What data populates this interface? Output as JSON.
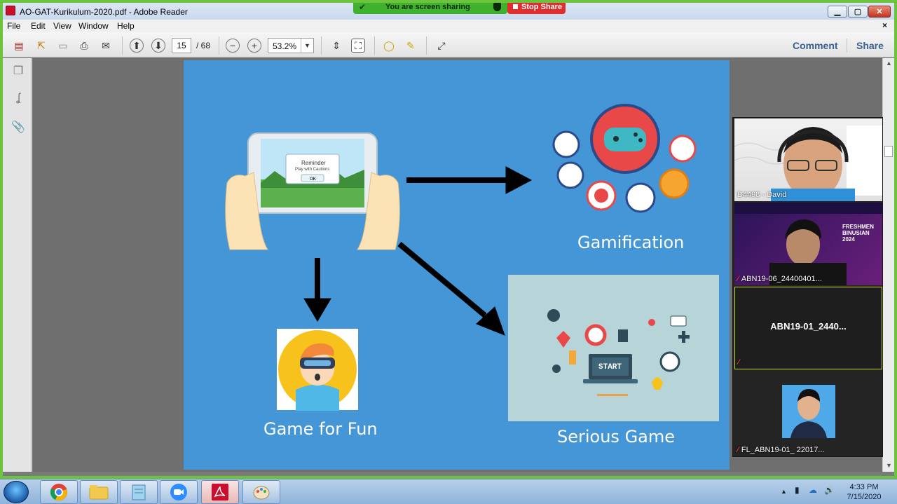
{
  "window": {
    "title": "AO-GAT-Kurikulum-2020.pdf - Adobe Reader",
    "min_glyph": "▁",
    "max_glyph": "▢",
    "close_glyph": "✕"
  },
  "share_banner": {
    "lead_glyph": "✔",
    "message": "You are screen sharing",
    "stop_label": "Stop Share"
  },
  "menu": {
    "items": [
      "File",
      "Edit",
      "View",
      "Window",
      "Help"
    ],
    "close_glyph": "×"
  },
  "toolbar": {
    "page_current": "15",
    "page_total": "/ 68",
    "zoom": "53.2%",
    "zoom_dropdown_glyph": "▼",
    "comment_label": "Comment",
    "share_label": "Share",
    "icons": [
      "create-pdf-icon",
      "export-icon",
      "save-icon",
      "print-icon",
      "email-icon",
      "page-up-icon",
      "page-down-icon",
      "zoom-out-icon",
      "zoom-in-icon",
      "fit-page-icon",
      "fit-width-icon",
      "comment-bubble-icon",
      "highlight-icon",
      "fullscreen-icon"
    ],
    "glyphs": {
      "create": "▤",
      "export": "⇱",
      "save": "▭",
      "print": "⎙",
      "email": "✉",
      "up": "⬆",
      "down": "⬇",
      "zoom_out": "−",
      "zoom_in": "+",
      "fit_page": "⇕",
      "fit_width": "⛶",
      "comment": "◯",
      "highlight": "✎",
      "fullscreen": "⤢"
    }
  },
  "nav_panel": {
    "icons": [
      "pages-icon",
      "signature-icon",
      "attachment-icon"
    ],
    "glyphs": {
      "pages": "❐",
      "signature": "ʆ",
      "attachment": "📎"
    }
  },
  "scrollbar": {
    "up_glyph": "▲",
    "down_glyph": "▼"
  },
  "slide": {
    "captions": {
      "gamification": "Gamification",
      "serious_game": "Serious Game",
      "game_for_fun": "Game for Fun"
    },
    "phone_dialog": {
      "title": "Reminder",
      "body": "Play with Cautions",
      "button": "OK"
    },
    "serious_game_start": "START"
  },
  "video_panel": {
    "participants": [
      {
        "name": "D4498 - David",
        "muted": false
      },
      {
        "name": "ABN19-06_24400401...",
        "muted": true
      },
      {
        "name": "ABN19-01_2440...",
        "muted": true
      },
      {
        "name": "FL_ABN19-01_ 22017...",
        "muted": true
      }
    ],
    "muted_glyph": "⁄",
    "freshmen_banner": "FRESHMEN BINUSIAN 2024"
  },
  "taskbar": {
    "apps": [
      "chrome",
      "file-explorer",
      "notepad",
      "zoom",
      "adobe-reader",
      "paint"
    ],
    "tray": {
      "arrow": "▲",
      "signal": "▮",
      "cloud": "☁",
      "volume": "🔊"
    },
    "time": "4:33 PM",
    "date": "7/15/2020"
  },
  "colors": {
    "slide_bg": "#4496d6",
    "share_green": "#3fb12c",
    "stop_red": "#e02d2d",
    "comment_link": "#39608f"
  }
}
